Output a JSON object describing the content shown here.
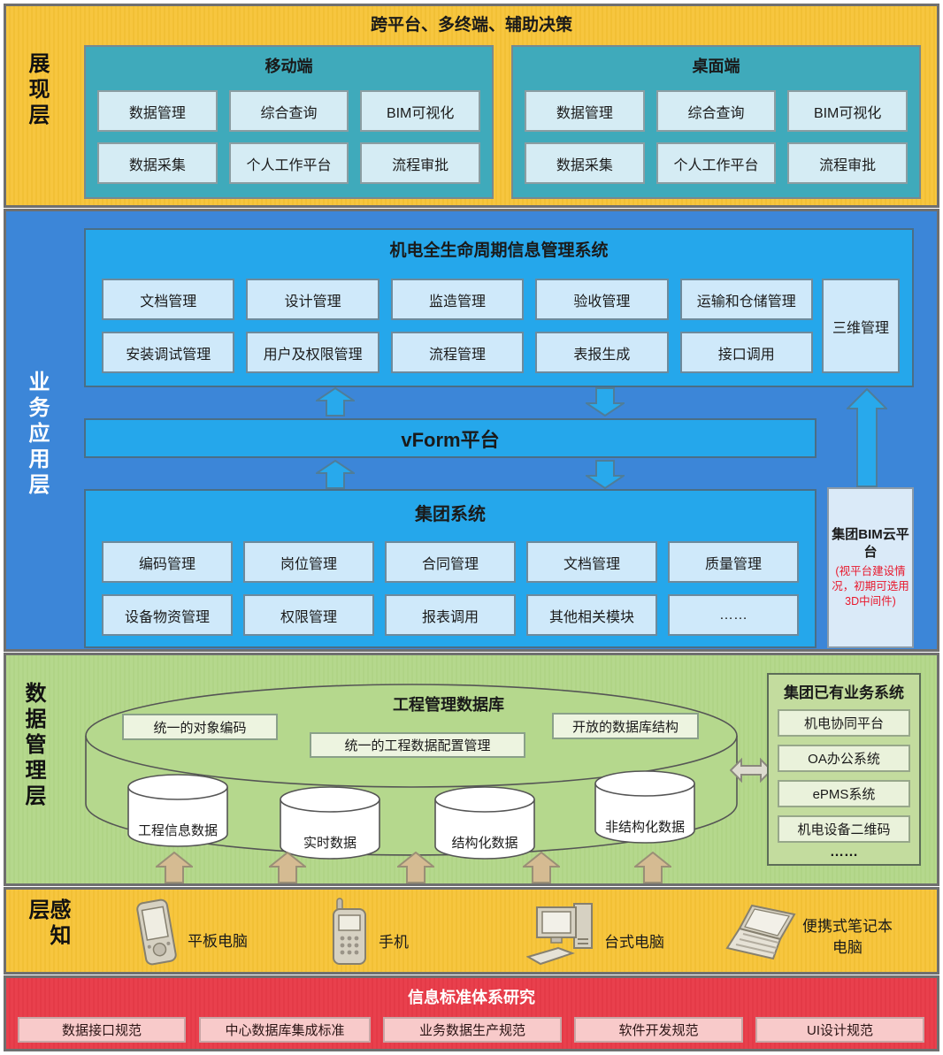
{
  "colors": {
    "yellow_band": "#f7c63f",
    "blue_band": "#3c86d8",
    "panel_blue": "#25a7eb",
    "teal_panel": "#3faabb",
    "green_band": "#b5d88d",
    "red_band": "#e9404d",
    "light_blue_box": "#d5ecf4",
    "note_red": "#e8182c"
  },
  "presentation": {
    "label": "展现层",
    "header": "跨平台、多终端、辅助决策",
    "groups": [
      {
        "title": "移动端",
        "items": [
          "数据管理",
          "综合查询",
          "BIM可视化",
          "数据采集",
          "个人工作平台",
          "流程审批"
        ]
      },
      {
        "title": "桌面端",
        "items": [
          "数据管理",
          "综合查询",
          "BIM可视化",
          "数据采集",
          "个人工作平台",
          "流程审批"
        ]
      }
    ]
  },
  "business": {
    "label": "业务应用层",
    "mes": {
      "title": "机电全生命周期信息管理系统",
      "row1": [
        "文档管理",
        "设计管理",
        "监造管理",
        "验收管理",
        "运输和仓储管理"
      ],
      "row2": [
        "安装调试管理",
        "用户及权限管理",
        "流程管理",
        "表报生成",
        "接口调用"
      ],
      "side": "三维管理"
    },
    "vform": "vForm平台",
    "group": {
      "title": "集团系统",
      "row1": [
        "编码管理",
        "岗位管理",
        "合同管理",
        "文档管理",
        "质量管理"
      ],
      "row2": [
        "设备物资管理",
        "权限管理",
        "报表调用",
        "其他相关模块",
        "……"
      ]
    },
    "bim": {
      "title": "集团BIM云平台",
      "note": "(视平台建设情况，初期可选用3D中间件)"
    }
  },
  "data": {
    "label": "数据管理层",
    "db_title": "工程管理数据库",
    "features": [
      "统一的对象编码",
      "统一的工程数据配置管理",
      "开放的数据库结构"
    ],
    "cylinders": [
      "工程信息数据",
      "实时数据",
      "结构化数据",
      "非结构化数据"
    ],
    "existing": {
      "title": "集团已有业务系统",
      "items": [
        "机电协同平台",
        "OA办公系统",
        "ePMS系统",
        "机电设备二维码"
      ],
      "more": "……"
    }
  },
  "perception": {
    "label": "感知层",
    "devices": [
      {
        "icon": "tablet-icon",
        "label": "平板电脑"
      },
      {
        "icon": "phone-icon",
        "label": "手机"
      },
      {
        "icon": "desktop-icon",
        "label": "台式电脑"
      },
      {
        "icon": "laptop-icon",
        "label": "便携式笔记本电脑"
      }
    ]
  },
  "standards": {
    "title": "信息标准体系研究",
    "items": [
      "数据接口规范",
      "中心数据库集成标准",
      "业务数据生产规范",
      "软件开发规范",
      "UI设计规范"
    ]
  }
}
